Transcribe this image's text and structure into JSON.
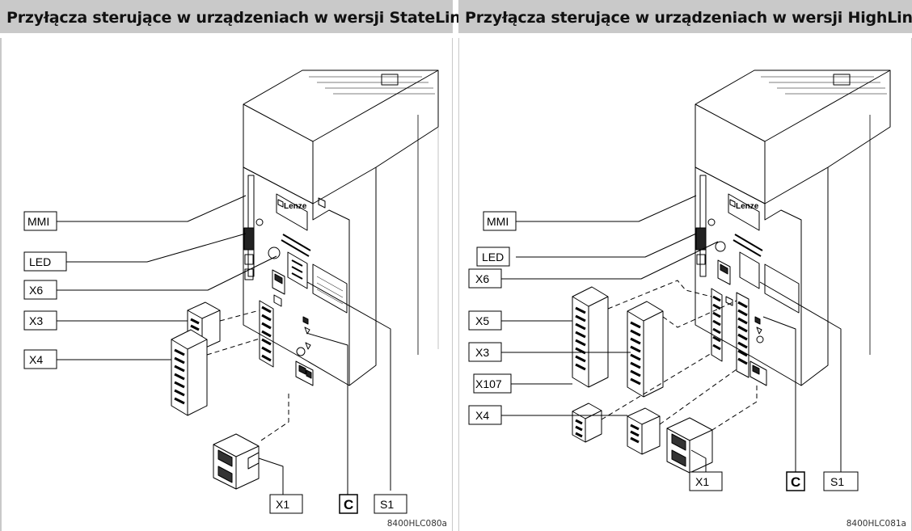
{
  "left_panel": {
    "title": "Przyłącza sterujące w urządzeniach w wersji StateLine",
    "figure_code": "8400HLC080a",
    "callouts": {
      "mmi": "MMI",
      "led": "LED",
      "x6": "X6",
      "x3": "X3",
      "x4": "X4",
      "x1": "X1",
      "c": "C",
      "s1": "S1"
    }
  },
  "right_panel": {
    "title": "Przyłącza sterujące w urządzeniach w wersji HighLine",
    "figure_code": "8400HLC081a",
    "callouts": {
      "mmi": "MMI",
      "led": "LED",
      "x6": "X6",
      "x5": "X5",
      "x3": "X3",
      "x107": "X107",
      "x4": "X4",
      "x1": "X1",
      "c": "C",
      "s1": "S1"
    }
  },
  "device_logo": "Lenze",
  "colors": {
    "header_bg": "#c9c9c9",
    "line": "#000000"
  }
}
